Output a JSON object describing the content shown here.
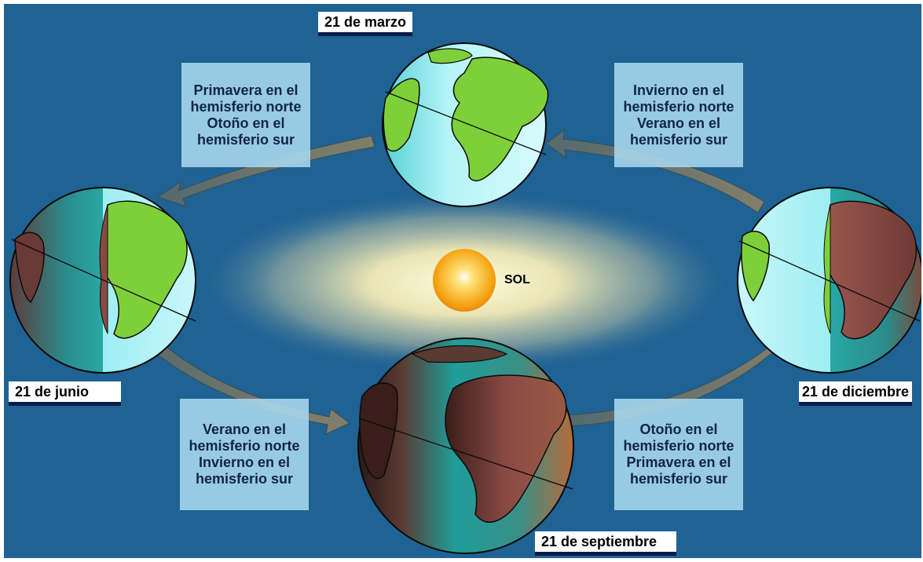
{
  "dates": {
    "march": "21 de marzo",
    "june": "21 de junio",
    "september": "21 de septiembre",
    "december": "21 de diciembre"
  },
  "sun_label": "SOL",
  "seasons": {
    "top_left": [
      "Primavera en el",
      "hemisferio norte",
      "Otoño en el",
      "hemisferio sur"
    ],
    "top_right": [
      "Invierno en el",
      "hemisferio norte",
      "Verano en el",
      "hemisferio sur"
    ],
    "bottom_left": [
      "Verano en el",
      "hemisferio norte",
      "Invierno en el",
      "hemisferio sur"
    ],
    "bottom_right": [
      "Otoño en el",
      "hemisferio norte",
      "Primavera en el",
      "hemisferio sur"
    ]
  },
  "colors": {
    "background": "#1f6294",
    "day_land": "#7ed03a",
    "night_land": "#8a4a44",
    "ocean_day": "#aaf0f5",
    "ocean_night": "#1f9e9a",
    "sun": "#f6a515",
    "label_bar": "#0c1a4a"
  }
}
